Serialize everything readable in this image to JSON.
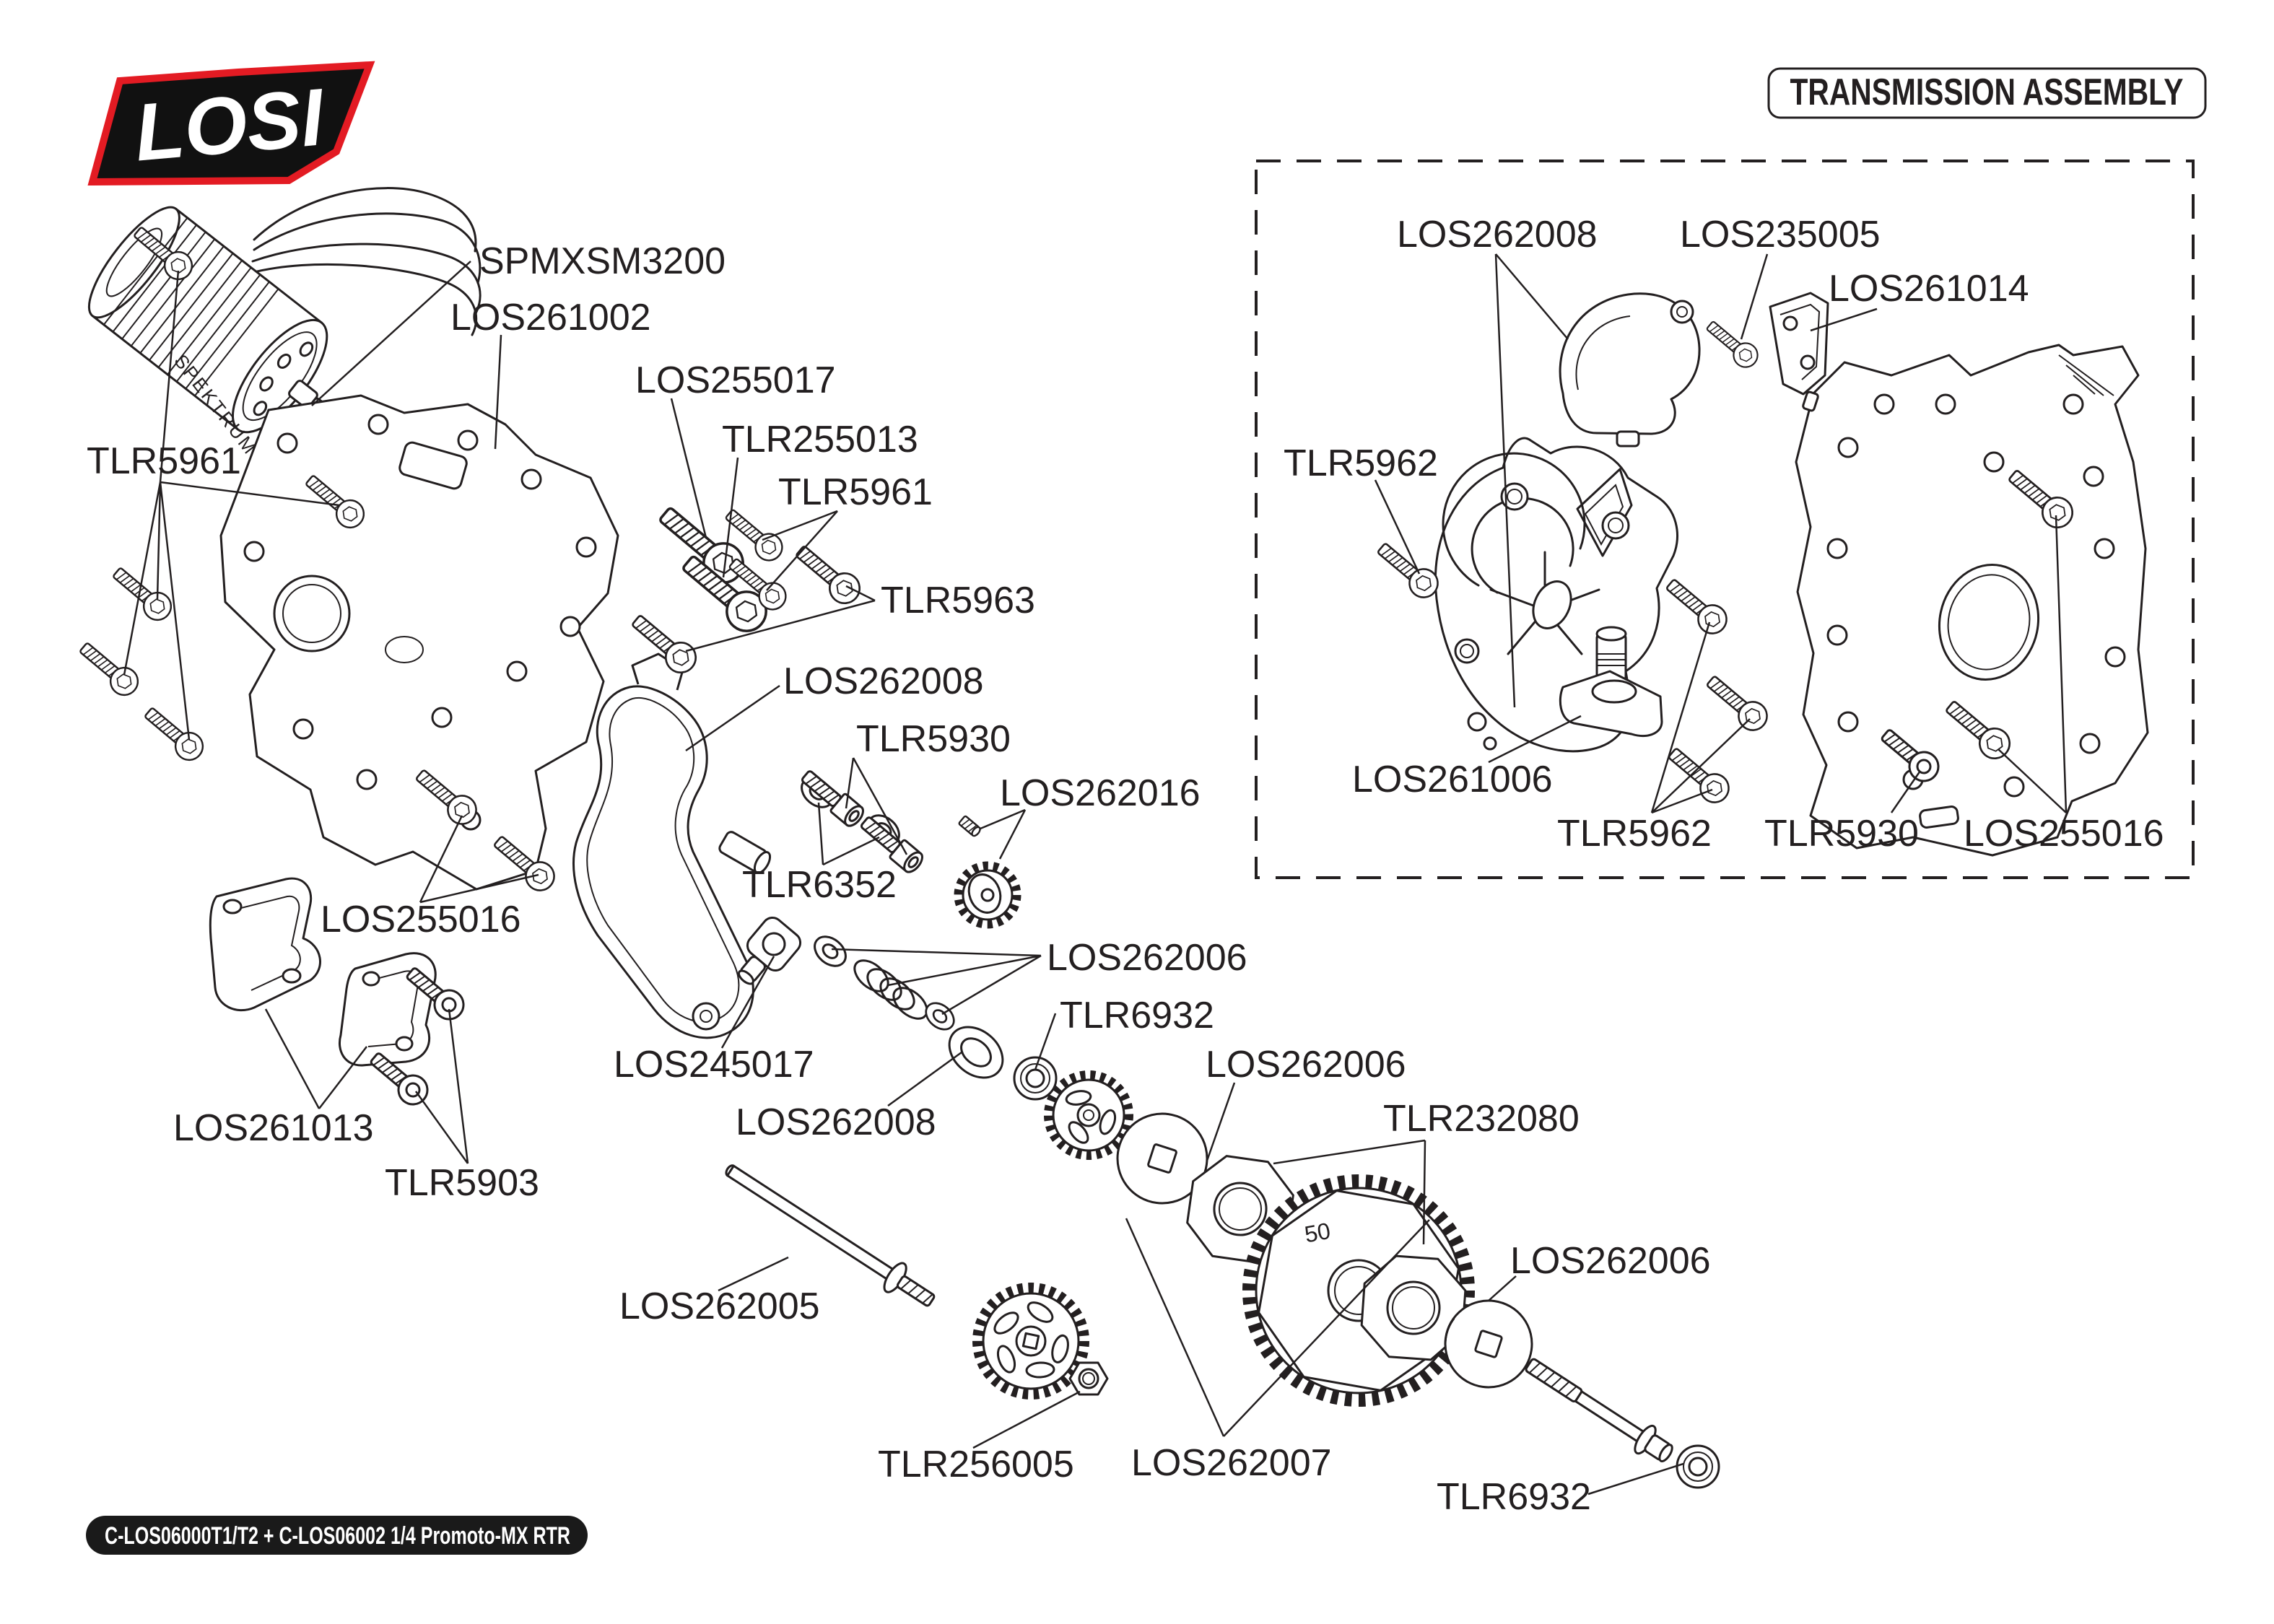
{
  "header": {
    "logo_text": "LOSI",
    "title": "TRANSMISSION ASSEMBLY"
  },
  "footer": {
    "label": "C-LOS06000T1/T2 + C-LOS06002 1/4 Promoto-MX RTR"
  },
  "annotations": {
    "spur_gear_tooth_count": "50",
    "motor_brand": "SPEKTRUM"
  },
  "colors": {
    "ink": "#231f20",
    "logo_red": "#e31b23",
    "footer_bg": "#1a1a1a"
  },
  "part_labels": [
    {
      "id": "spmxsm3200",
      "text": "SPMXSM3200"
    },
    {
      "id": "los261002",
      "text": "LOS261002"
    },
    {
      "id": "tlr5961-a",
      "text": "TLR5961"
    },
    {
      "id": "los255017",
      "text": "LOS255017"
    },
    {
      "id": "tlr255013",
      "text": "TLR255013"
    },
    {
      "id": "tlr5961-b",
      "text": "TLR5961"
    },
    {
      "id": "tlr5963",
      "text": "TLR5963"
    },
    {
      "id": "los262008-a",
      "text": "LOS262008"
    },
    {
      "id": "tlr5930-a",
      "text": "TLR5930"
    },
    {
      "id": "los262016",
      "text": "LOS262016"
    },
    {
      "id": "tlr6352",
      "text": "TLR6352"
    },
    {
      "id": "los255016-a",
      "text": "LOS255016"
    },
    {
      "id": "los245017",
      "text": "LOS245017"
    },
    {
      "id": "los262008-b",
      "text": "LOS262008"
    },
    {
      "id": "los262006-a",
      "text": "LOS262006"
    },
    {
      "id": "tlr6932-a",
      "text": "TLR6932"
    },
    {
      "id": "los262006-b",
      "text": "LOS262006"
    },
    {
      "id": "tlr232080",
      "text": "TLR232080"
    },
    {
      "id": "los262006-c",
      "text": "LOS262006"
    },
    {
      "id": "los261013",
      "text": "LOS261013"
    },
    {
      "id": "tlr5903",
      "text": "TLR5903"
    },
    {
      "id": "los262005",
      "text": "LOS262005"
    },
    {
      "id": "tlr256005",
      "text": "TLR256005"
    },
    {
      "id": "los262007",
      "text": "LOS262007"
    },
    {
      "id": "tlr6932-b",
      "text": "TLR6932"
    },
    {
      "id": "los262008-c",
      "text": "LOS262008"
    },
    {
      "id": "los235005",
      "text": "LOS235005"
    },
    {
      "id": "los261014",
      "text": "LOS261014"
    },
    {
      "id": "tlr5962-a",
      "text": "TLR5962"
    },
    {
      "id": "los261006",
      "text": "LOS261006"
    },
    {
      "id": "tlr5962-b",
      "text": "TLR5962"
    },
    {
      "id": "tlr5930-b",
      "text": "TLR5930"
    },
    {
      "id": "los255016-b",
      "text": "LOS255016"
    }
  ]
}
